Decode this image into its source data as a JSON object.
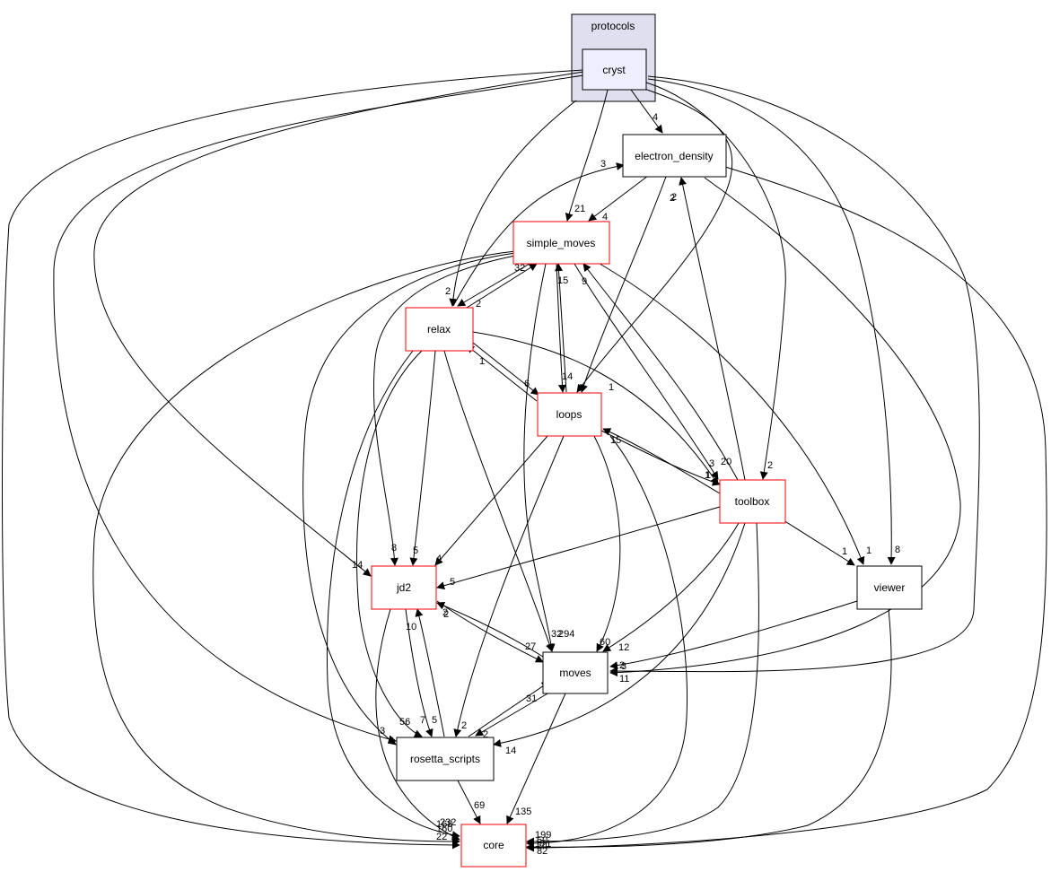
{
  "cluster": {
    "label": "protocols",
    "fill": "#dfdfef",
    "stroke": "#000000"
  },
  "nodes": {
    "cryst": {
      "label": "cryst",
      "fill": "#eeeeff",
      "stroke": "#000000"
    },
    "electron_density": {
      "label": "electron_density",
      "fill": "#ffffff",
      "stroke": "#000000"
    },
    "simple_moves": {
      "label": "simple_moves",
      "fill": "#ffffff",
      "stroke": "#ff0000"
    },
    "relax": {
      "label": "relax",
      "fill": "#ffffff",
      "stroke": "#ff0000"
    },
    "loops": {
      "label": "loops",
      "fill": "#ffffff",
      "stroke": "#ff0000"
    },
    "toolbox": {
      "label": "toolbox",
      "fill": "#ffffff",
      "stroke": "#ff0000"
    },
    "jd2": {
      "label": "jd2",
      "fill": "#ffffff",
      "stroke": "#ff0000"
    },
    "viewer": {
      "label": "viewer",
      "fill": "#ffffff",
      "stroke": "#000000"
    },
    "moves": {
      "label": "moves",
      "fill": "#ffffff",
      "stroke": "#000000"
    },
    "rosetta_scripts": {
      "label": "rosetta_scripts",
      "fill": "#ffffff",
      "stroke": "#000000"
    },
    "core": {
      "label": "core",
      "fill": "#ffffff",
      "stroke": "#ff0000"
    }
  },
  "edge_labels": {
    "cryst_electron_density": "4",
    "cryst_simple_moves": "21",
    "cryst_relax": "2",
    "cryst_loops": "1",
    "cryst_toolbox": "2",
    "cryst_jd2": "14",
    "cryst_viewer": "8",
    "cryst_moves": "11",
    "cryst_rosetta_scripts": "3",
    "cryst_core": "22",
    "electron_density_simple_moves": "4",
    "electron_density_loops": "2",
    "electron_density_moves": "2",
    "electron_density_core": "50",
    "simple_moves_relax": "2",
    "simple_moves_loops": "14",
    "simple_moves_toolbox": "3",
    "simple_moves_jd2": "8",
    "simple_moves_viewer": "1",
    "simple_moves_moves": "294",
    "simple_moves_rosetta_scripts": "56",
    "simple_moves_core": "160",
    "relax_electron_density": "3",
    "relax_simple_moves": "32",
    "relax_loops": "6",
    "relax_toolbox": "1",
    "relax_jd2": "5",
    "relax_moves": "32",
    "relax_rosetta_scripts": "7",
    "relax_core": "232",
    "loops_relax": "1",
    "loops_simple_moves": "15",
    "loops_toolbox": "1",
    "loops_jd2": "4",
    "loops_moves": "60",
    "loops_rosetta_scripts": "2",
    "loops_core": "199",
    "toolbox_electron_density": "2",
    "toolbox_simple_moves": "9",
    "toolbox_loops": "15",
    "toolbox_jd2": "5",
    "toolbox_viewer": "1",
    "toolbox_moves": "12",
    "toolbox_rosetta_scripts": "14",
    "toolbox_core": "171",
    "jd2_simple_moves": "2",
    "jd2_moves": "27",
    "jd2_rosetta_scripts": "10",
    "jd2_core": "168",
    "viewer_moves": "3",
    "viewer_core": "34",
    "moves_jd2": "2",
    "moves_rosetta_scripts": "2",
    "moves_core": "135",
    "rosetta_scripts_jd2": "5",
    "rosetta_scripts_moves": "31",
    "rosetta_scripts_core": "69",
    "loops_toolbox_b": "20",
    "simple_moves_core_b": "82"
  }
}
